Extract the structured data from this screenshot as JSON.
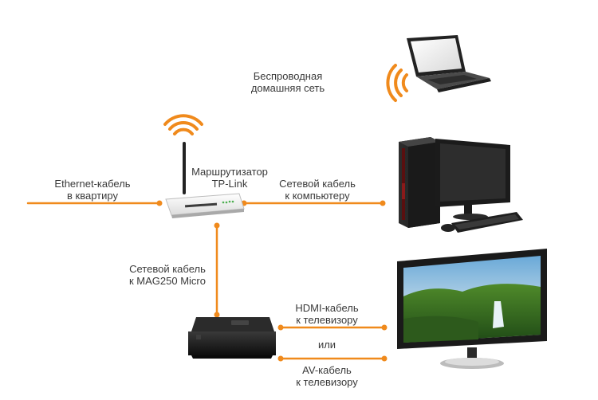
{
  "colors": {
    "connector": "#f08a1c",
    "wifi": "#f08a1c",
    "text": "#3a3a3a",
    "device_dark": "#1e1e1e",
    "router_body": "#f4f4f4"
  },
  "labels": {
    "wireless_network": {
      "line1": "Беспроводная",
      "line2": "домашняя сеть"
    },
    "router": {
      "line1": "Маршрутизатор",
      "line2": "TP-Link"
    },
    "ethernet_in": {
      "line1": "Ethernet-кабель",
      "line2": "в квартиру"
    },
    "lan_computer": {
      "line1": "Сетевой кабель",
      "line2": "к компьютеру"
    },
    "lan_mag": {
      "line1": "Сетевой кабель",
      "line2": "к MAG250 Micro"
    },
    "hdmi": {
      "line1": "HDMI-кабель",
      "line2": "к телевизору"
    },
    "or": "или",
    "av": {
      "line1": "AV-кабель",
      "line2": "к телевизору"
    }
  },
  "icons": [
    "wifi-signal-icon",
    "router-icon",
    "laptop-icon",
    "desktop-computer-icon",
    "set-top-box-icon",
    "tv-monitor-icon"
  ]
}
